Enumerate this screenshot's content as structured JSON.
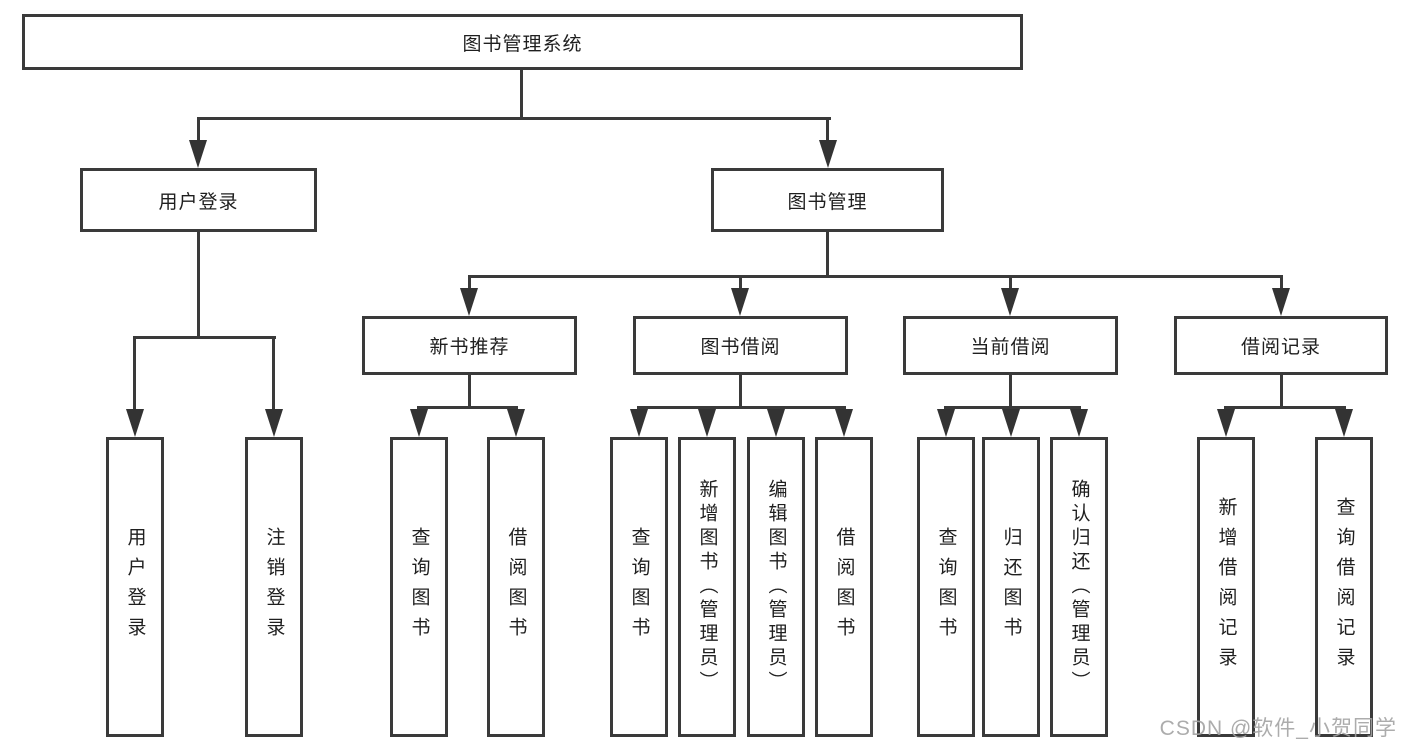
{
  "diagram": {
    "root": {
      "label": "图书管理系统"
    },
    "level2": [
      {
        "label": "用户登录"
      },
      {
        "label": "图书管理"
      }
    ],
    "level3": [
      {
        "label": "新书推荐"
      },
      {
        "label": "图书借阅"
      },
      {
        "label": "当前借阅"
      },
      {
        "label": "借阅记录"
      }
    ],
    "leaves": {
      "login": [
        {
          "label": "用户登录"
        },
        {
          "label": "注销登录"
        }
      ],
      "newbook": [
        {
          "label": "查询图书"
        },
        {
          "label": "借阅图书"
        }
      ],
      "borrow": [
        {
          "label": "查询图书"
        },
        {
          "label": "新增图书（管理员）"
        },
        {
          "label": "编辑图书（管理员）"
        },
        {
          "label": "借阅图书"
        }
      ],
      "current": [
        {
          "label": "查询图书"
        },
        {
          "label": "归还图书"
        },
        {
          "label": "确认归还（管理员）"
        }
      ],
      "records": [
        {
          "label": "新增借阅记录"
        },
        {
          "label": "查询借阅记录"
        }
      ]
    }
  },
  "watermark": {
    "text": "CSDN @软件_小贺同学"
  },
  "colors": {
    "line": "#3a3a3a",
    "text": "#1f1f1f",
    "background": "#ffffff",
    "watermark": "#a3a3a3"
  }
}
